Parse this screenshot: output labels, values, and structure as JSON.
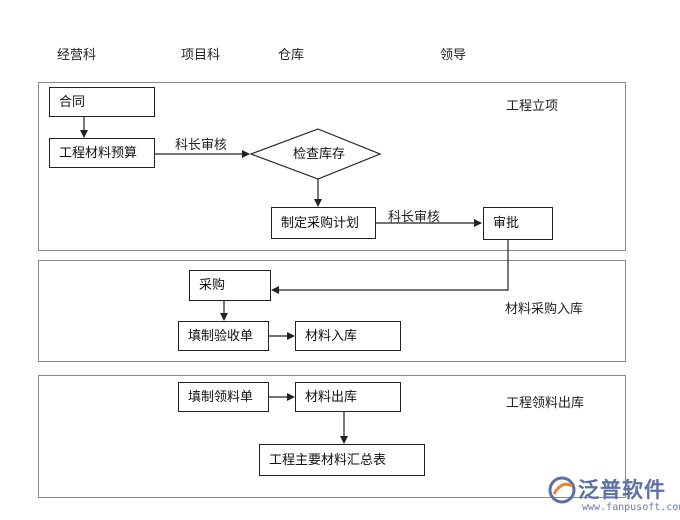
{
  "columns": [
    "经营科",
    "项目科",
    "仓库",
    "领导"
  ],
  "sections": [
    {
      "label": "工程立项"
    },
    {
      "label": "材料采购入库"
    },
    {
      "label": "工程领料出库"
    }
  ],
  "nodes": {
    "contract": "合同",
    "budget": "工程材料预算",
    "check_stock": "检查库存",
    "purchase_plan": "制定采购计划",
    "approve": "审批",
    "purchase": "采购",
    "acceptance_form": "填制验收单",
    "material_in": "材料入库",
    "requisition_form": "填制领料单",
    "material_out": "材料出库",
    "summary_table": "工程主要材料汇总表"
  },
  "edge_labels": {
    "review_1": "科长审核",
    "review_2": "科长审核"
  },
  "logo": {
    "name": "泛普软件",
    "url": "www.fanpusoft.com"
  },
  "colors": {
    "line": "#222222",
    "section_border": "#8a8a8a",
    "logo_blue": "#5b6fa8",
    "logo_orange": "#e8842c"
  }
}
